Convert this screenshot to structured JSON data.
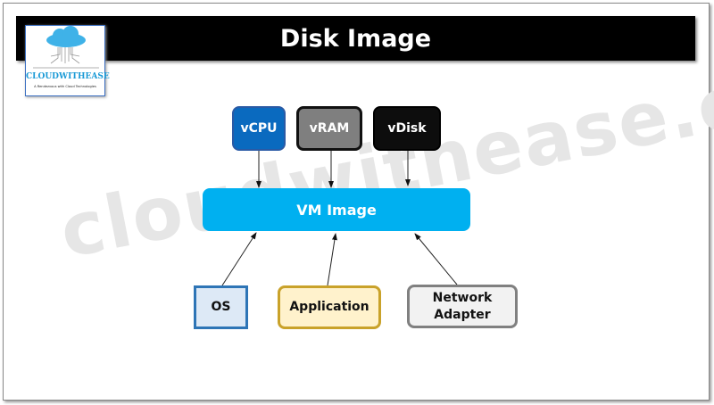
{
  "title": "Disk Image",
  "logo": {
    "name": "CLOUDWITHEASE",
    "tagline": "A Rendezvous with Cloud Technologies"
  },
  "watermark": "cloudwithease.com",
  "nodes": {
    "vcpu": "vCPU",
    "vram": "vRAM",
    "vdisk": "vDisk",
    "vm_image": "VM Image",
    "os": "OS",
    "application": "Application",
    "network_adapter": "Network Adapter"
  },
  "edges": [
    {
      "from": "vCPU",
      "to": "VM Image"
    },
    {
      "from": "vRAM",
      "to": "VM Image"
    },
    {
      "from": "vDisk",
      "to": "VM Image"
    },
    {
      "from": "OS",
      "to": "VM Image"
    },
    {
      "from": "Application",
      "to": "VM Image"
    },
    {
      "from": "Network Adapter",
      "to": "VM Image"
    }
  ],
  "colors": {
    "vcpu": "#0a6abf",
    "vram": "#7f7f7f",
    "vdisk": "#0d0d0d",
    "vm_image": "#00b0f0",
    "os": "#dde9f6",
    "application": "#fff2cc",
    "network_adapter": "#f2f2f2"
  }
}
